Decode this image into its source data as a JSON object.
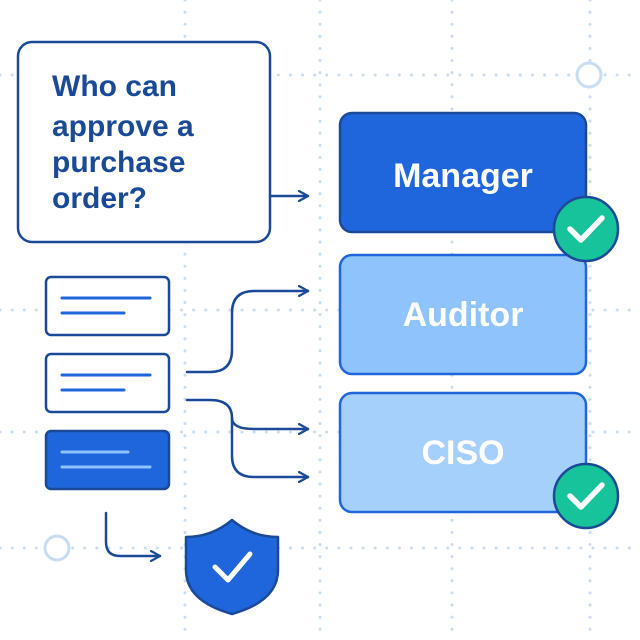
{
  "question": {
    "lines": [
      "Who can",
      "approve a",
      "purchase",
      "order?"
    ]
  },
  "roles": [
    {
      "label": "Manager",
      "approved": true,
      "color": "#1f66dc",
      "text_color": "#ffffff"
    },
    {
      "label": "Auditor",
      "approved": false,
      "color": "#8ec3fb",
      "text_color": "#ffffff"
    },
    {
      "label": "CISO",
      "approved": true,
      "color": "#a6d0fc",
      "text_color": "#ffffff"
    }
  ],
  "icons": {
    "approval_badge": "check-circle-icon",
    "security": "shield-check-icon",
    "document": "document-card-icon"
  },
  "colors": {
    "outline": "#1a4a97",
    "primary": "#1f66dc",
    "check_green": "#16c39b",
    "grid": "#c9ddf2"
  }
}
